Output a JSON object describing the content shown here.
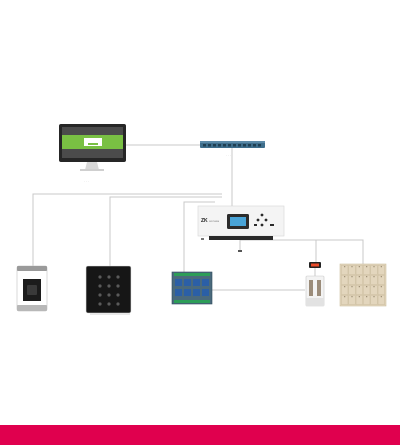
{
  "colors": {
    "accent_bar": "#e0004e",
    "screen_green": "#79c043",
    "wire": "#c8c8c8",
    "switch_blue": "#3e6e8c",
    "panel_grey": "#f2f2f2",
    "cabinet": "#e3d6bd"
  },
  "controller": {
    "brand_logo": "ZK",
    "side_text": "access"
  },
  "monitor": {
    "caption": "· · ·"
  },
  "cabinet": {
    "compartments": 24
  }
}
